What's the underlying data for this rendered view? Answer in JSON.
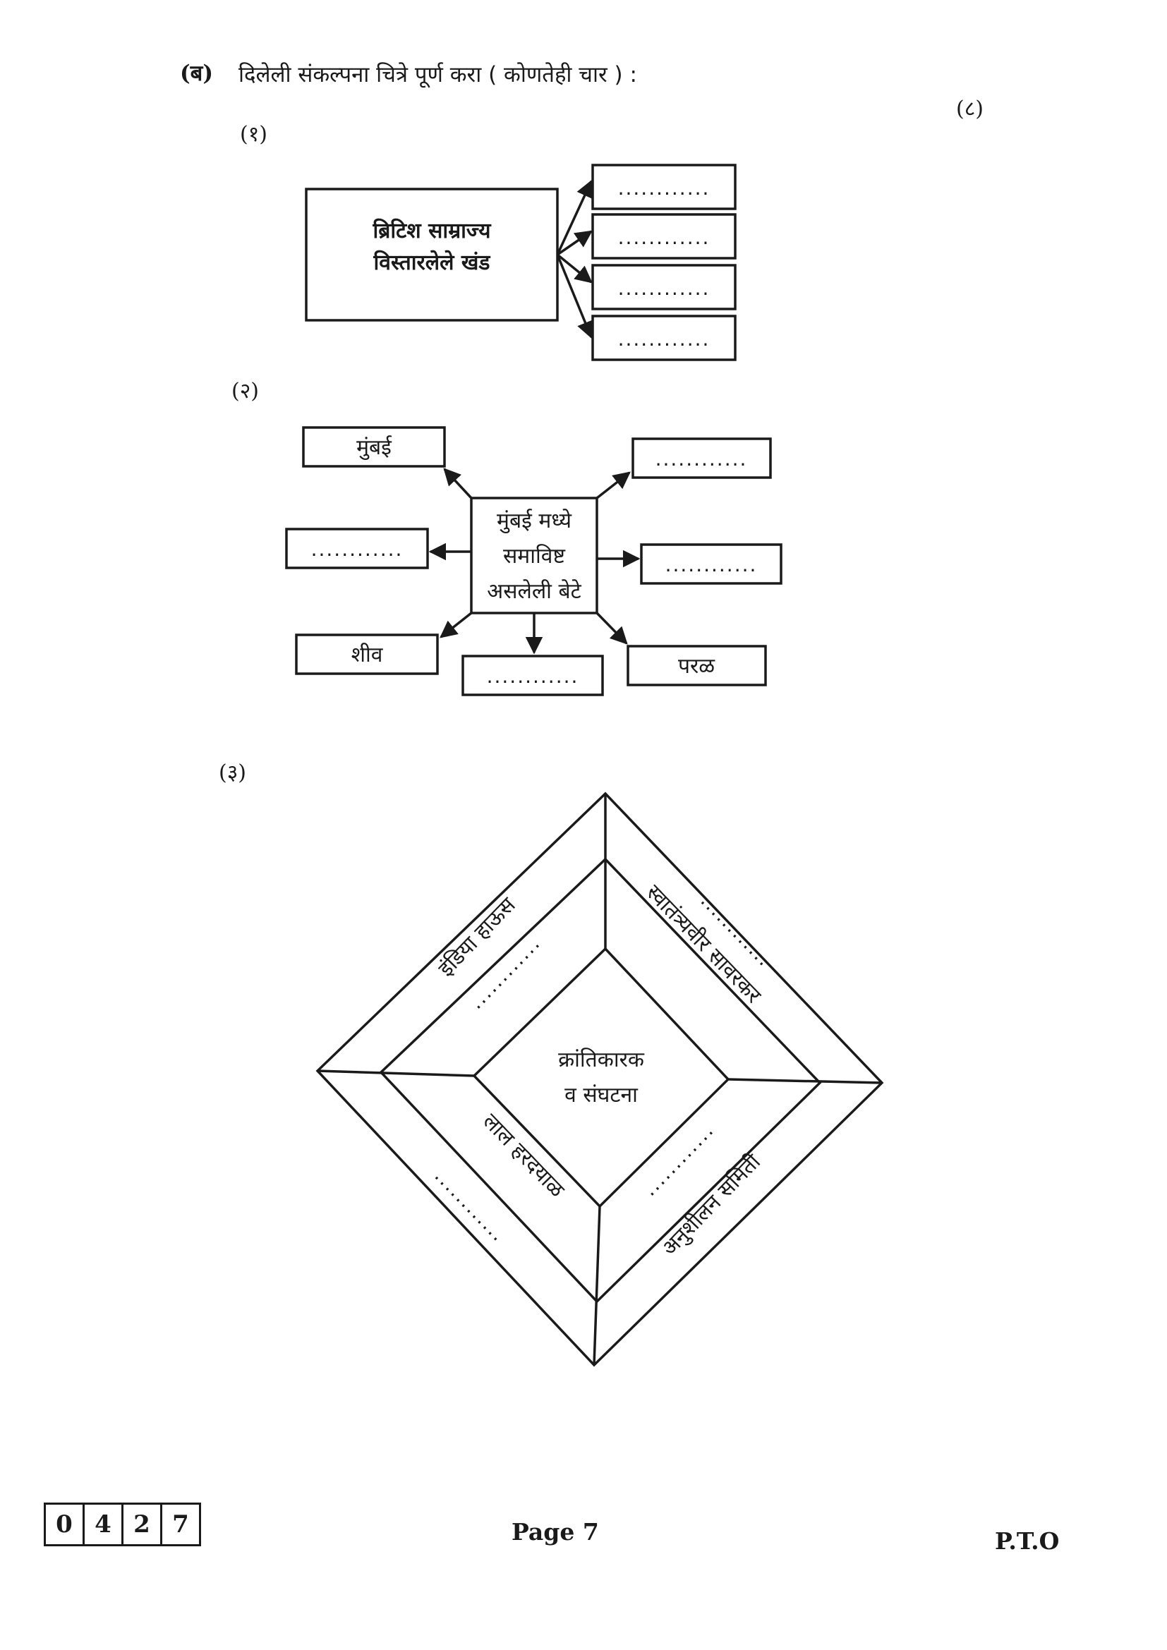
{
  "question": {
    "label": "(ब)",
    "instruction": "दिलेली संकल्पना चित्रे पूर्ण करा ( कोणतेही चार ) :",
    "marks": "(८)"
  },
  "diagram1": {
    "number": "(१)",
    "center_line1": "ब्रिटिश साम्राज्य",
    "center_line2": "विस्तारलेले खंड",
    "blanks": [
      "............",
      "............",
      "............",
      "............"
    ]
  },
  "diagram2": {
    "number": "(२)",
    "center_line1": "मुंबई मध्ये",
    "center_line2": "समाविष्ट",
    "center_line3": "असलेली बेटे",
    "top_left": "मुंबई",
    "top_right": "............",
    "mid_left": "............",
    "mid_right": "............",
    "bottom_left": "शीव",
    "bottom_center": "............",
    "bottom_right": "परळ"
  },
  "diagram3": {
    "number": "(३)",
    "center_line1": "क्रांतिकारक",
    "center_line2": "व संघटना",
    "nw_name": "इंडिया हाऊस",
    "ne_name": "स्वातंत्र्यवीर सावरकर",
    "sw_name": "लाल हरदयाळ",
    "se_name": "अनुशीलन समिती",
    "nw_blank": "............",
    "ne_blank": "............",
    "sw_blank": "............",
    "se_blank": "............"
  },
  "footer": {
    "roll_digits": [
      "0",
      "4",
      "2",
      "7"
    ],
    "page": "Page 7",
    "pto": "P.T.O"
  }
}
